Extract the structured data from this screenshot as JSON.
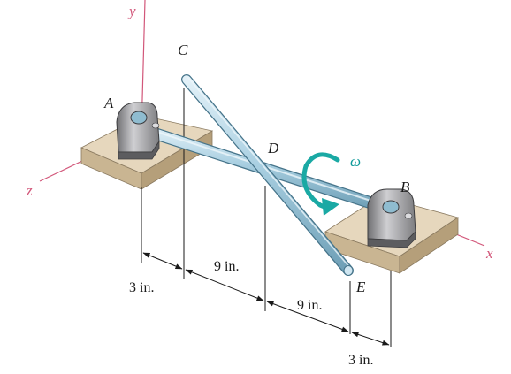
{
  "axes": {
    "x": "x",
    "y": "y",
    "z": "z"
  },
  "points": {
    "a": "A",
    "b": "B",
    "c": "C",
    "d": "D",
    "e": "E"
  },
  "symbols": {
    "omega": "ω"
  },
  "dimensions": {
    "d1": "3 in.",
    "d2": "9 in.",
    "d3": "9 in.",
    "d4": "3 in."
  },
  "colors": {
    "axis": "#d2577a",
    "shaft": "#a9cfe1",
    "base": "#dccbb0",
    "arrow": "#1aa9a4"
  }
}
